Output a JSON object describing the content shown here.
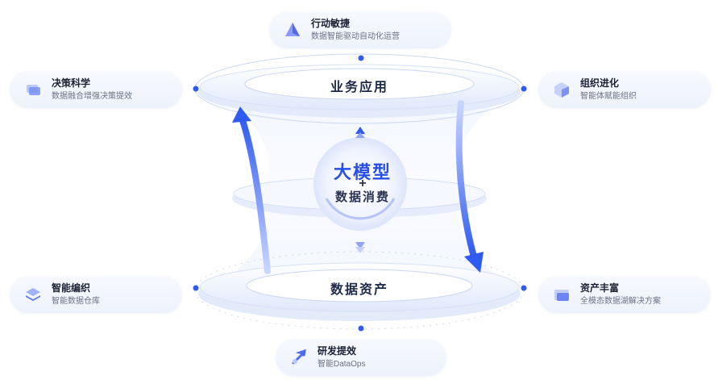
{
  "top_ring": {
    "label": "业务应用"
  },
  "bottom_ring": {
    "label": "数据资产"
  },
  "center": {
    "line1": "大模型",
    "plus": "+",
    "line2": "数据消费"
  },
  "cards": {
    "top": {
      "title": "行动敏捷",
      "subtitle": "数据智能驱动自动化运营",
      "icon": "triangle-prism-icon"
    },
    "left_top": {
      "title": "决策科学",
      "subtitle": "数据融合增强决策提效",
      "icon": "layers-icon"
    },
    "right_top": {
      "title": "组织进化",
      "subtitle": "智能体赋能组织",
      "icon": "cube-icon"
    },
    "left_bottom": {
      "title": "智能编织",
      "subtitle": "智能数据仓库",
      "icon": "stack-icon"
    },
    "right_bottom": {
      "title": "资产丰富",
      "subtitle": "全模态数据湖解决方案",
      "icon": "folder-icon"
    },
    "bottom": {
      "title": "研发提效",
      "subtitle": "智能DataOps",
      "icon": "arrow-rocket-icon"
    }
  },
  "colors": {
    "accent": "#2f5bf0",
    "text": "#1c2233",
    "sub": "#6b7385"
  }
}
